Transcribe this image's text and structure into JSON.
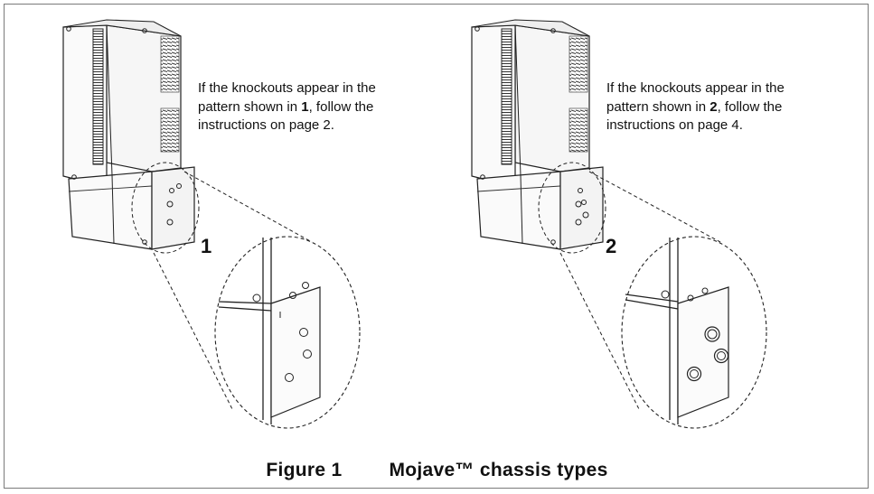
{
  "panels": [
    {
      "number": "1",
      "note_before": "If the knockouts appear in the pattern shown in ",
      "note_bold": "1",
      "note_after": ", follow the instructions on page 2."
    },
    {
      "number": "2",
      "note_before": "If the knockouts appear in the pattern shown in ",
      "note_bold": "2",
      "note_after": ", follow the instructions on page 4."
    }
  ],
  "caption": {
    "figure_label": "Figure 1",
    "title": "Mojave™ chassis types"
  }
}
